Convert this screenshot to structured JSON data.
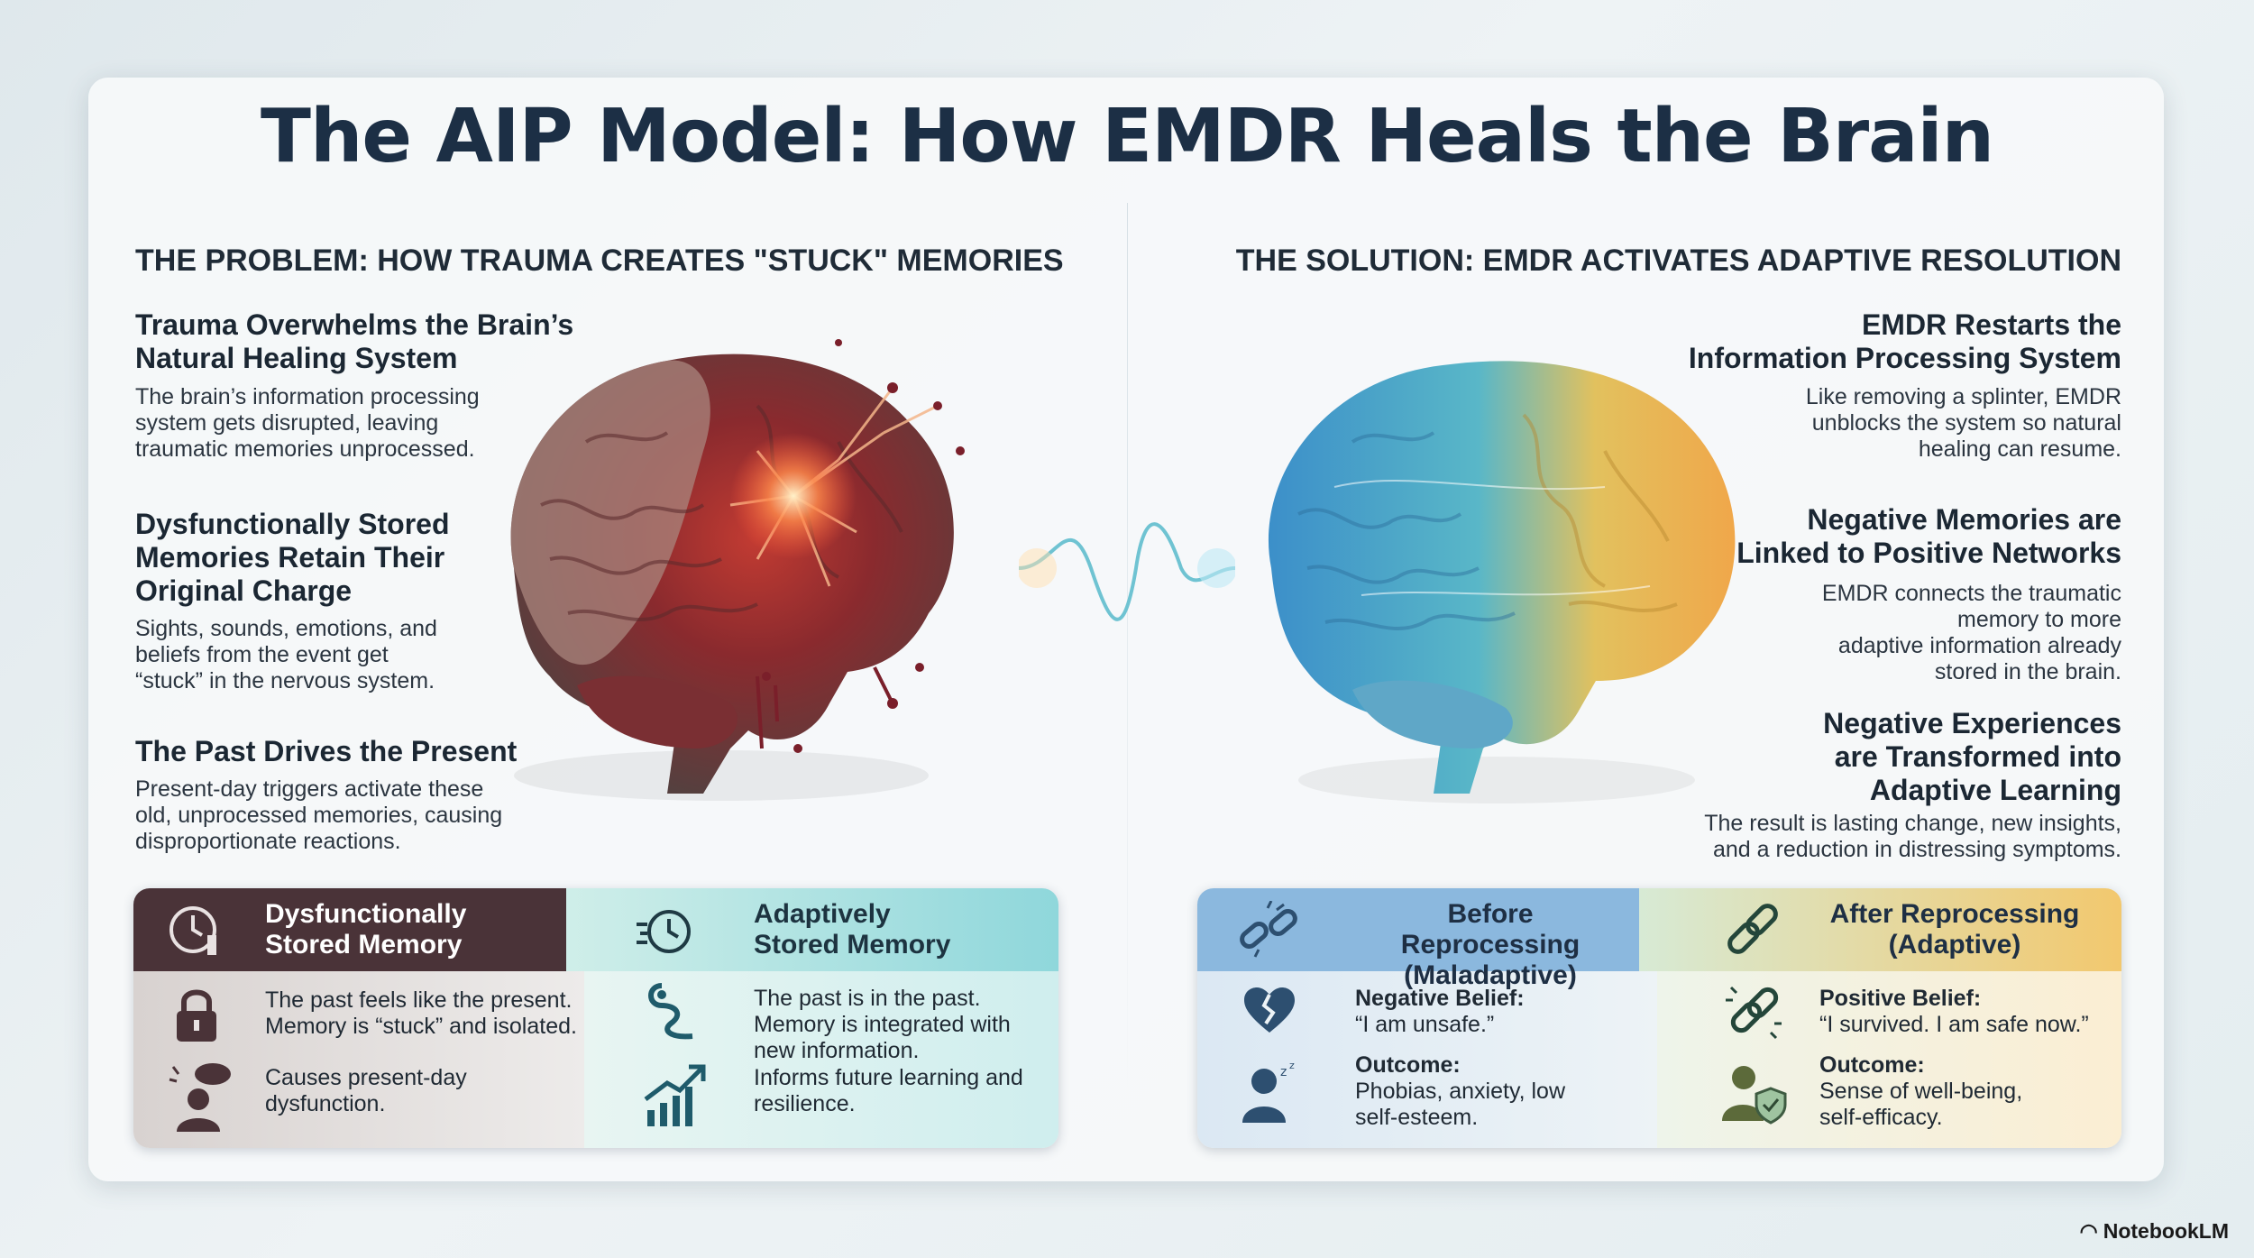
{
  "title": "The AIP Model: How EMDR Heals the Brain",
  "left": {
    "section_title": "THE PROBLEM: HOW TRAUMA CREATES \"STUCK\" MEMORIES",
    "points": [
      {
        "heading_1": "Trauma Overwhelms the Brain’s",
        "heading_2": "Natural Healing System",
        "body_1": "The brain’s information processing",
        "body_2": "system gets disrupted, leaving",
        "body_3": "traumatic memories unprocessed."
      },
      {
        "heading_1": "Dysfunctionally Stored",
        "heading_2": "Memories Retain Their",
        "heading_3": "Original Charge",
        "body_1": "Sights, sounds, emotions, and",
        "body_2": "beliefs from the event get",
        "body_3": "“stuck” in the nervous system."
      },
      {
        "heading_1": "The Past Drives the Present",
        "body_1": "Present-day triggers activate these",
        "body_2": "old, unprocessed memories, causing",
        "body_3": "disproportionate reactions."
      }
    ]
  },
  "right": {
    "section_title": "THE SOLUTION: EMDR ACTIVATES ADAPTIVE RESOLUTION",
    "points": [
      {
        "heading_1": "EMDR Restarts the",
        "heading_2": "Information Processing System",
        "body_1": "Like removing a splinter, EMDR",
        "body_2": "unblocks the system so natural",
        "body_3": "healing can resume."
      },
      {
        "heading_1": "Negative Memories are",
        "heading_2": "Linked to Positive Networks",
        "body_1": "EMDR connects the traumatic",
        "body_2": "memory to more",
        "body_3": "adaptive information already",
        "body_4": "stored in the brain."
      },
      {
        "heading_1": "Negative Experiences",
        "heading_2": "are Transformed into",
        "heading_3": "Adaptive Learning",
        "body_1": "The result is lasting change, new insights,",
        "body_2": "and a reduction in distressing symptoms."
      }
    ]
  },
  "compare_left": {
    "dys": {
      "title_1": "Dysfunctionally",
      "title_2": "Stored Memory",
      "row1_1": "The past feels like the present.",
      "row1_2": "Memory is “stuck” and isolated.",
      "row2_1": "Causes present-day",
      "row2_2": "dysfunction."
    },
    "ada": {
      "title_1": "Adaptively",
      "title_2": "Stored Memory",
      "row1_1": "The past is in the past.",
      "row1_2": "Memory is integrated with",
      "row1_3": "new information.",
      "row2_1": "Informs future learning and",
      "row2_2": "resilience."
    }
  },
  "compare_right": {
    "before": {
      "title_1": "Before Reprocessing",
      "title_2": "(Maladaptive)",
      "belief_label": "Negative Belief:",
      "belief": "“I am unsafe.”",
      "outcome_label": "Outcome:",
      "outcome_1": "Phobias, anxiety, low",
      "outcome_2": "self-esteem."
    },
    "after": {
      "title_1": "After Reprocessing",
      "title_2": "(Adaptive)",
      "belief_label": "Positive Belief:",
      "belief": "“I survived. I am safe now.”",
      "outcome_label": "Outcome:",
      "outcome_1": "Sense of well-being,",
      "outcome_2": "self-efficacy."
    }
  },
  "footer": "NotebookLM",
  "colors": {
    "dark": "#4a3338",
    "teal": "#7ccfd0",
    "blue": "#84b4dd",
    "gold": "#f1c769",
    "title": "#1c2f45"
  }
}
